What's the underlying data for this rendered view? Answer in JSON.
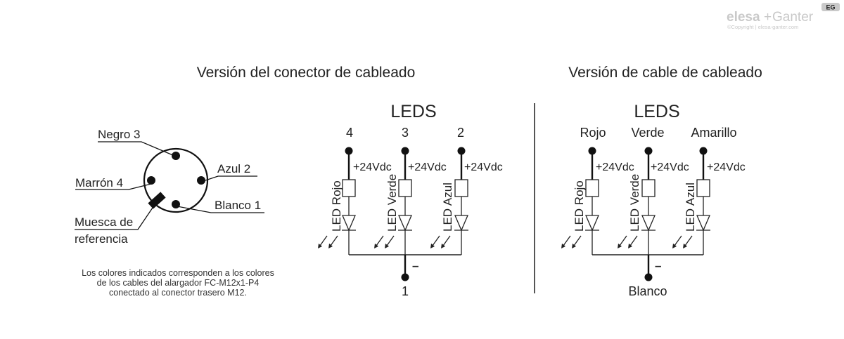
{
  "logo": {
    "brand_left": "elesa",
    "brand_plus": "+",
    "brand_right": "Ganter",
    "badge": "EG",
    "copyright": "©Copyright | elesa-ganter.com",
    "color": "#c9c9c9"
  },
  "connector_section": {
    "title": "Versión del conector de cableado",
    "pinout": {
      "pins": [
        {
          "label": "Negro 3",
          "color": "Negro",
          "number": "3"
        },
        {
          "label": "Azul 2",
          "color": "Azul",
          "number": "2"
        },
        {
          "label": "Marrón 4",
          "color": "Marrón",
          "number": "4"
        },
        {
          "label": "Blanco 1",
          "color": "Blanco",
          "number": "1"
        }
      ],
      "notch_label_line1": "Muesca de",
      "notch_label_line2": "referencia"
    },
    "note_lines": [
      "Los colores indicados corresponden a los colores",
      "de los cables del alargador FC-M12x1-P4",
      "conectado al conector trasero M12."
    ],
    "circuit": {
      "heading": "LEDS",
      "branches": [
        {
          "terminal": "4",
          "supply": "+24Vdc",
          "led_label": "LED Rojo"
        },
        {
          "terminal": "3",
          "supply": "+24Vdc",
          "led_label": "LED Verde"
        },
        {
          "terminal": "2",
          "supply": "+24Vdc",
          "led_label": "LED Azul"
        }
      ],
      "common_sign": "–",
      "common_terminal": "1"
    }
  },
  "cable_section": {
    "title": "Versión de cable de cableado",
    "circuit": {
      "heading": "LEDS",
      "branches": [
        {
          "terminal": "Rojo",
          "supply": "+24Vdc",
          "led_label": "LED Rojo"
        },
        {
          "terminal": "Verde",
          "supply": "+24Vdc",
          "led_label": "LED Verde"
        },
        {
          "terminal": "Amarillo",
          "supply": "+24Vdc",
          "led_label": "LED Azul"
        }
      ],
      "common_sign": "–",
      "common_terminal": "Blanco"
    }
  }
}
